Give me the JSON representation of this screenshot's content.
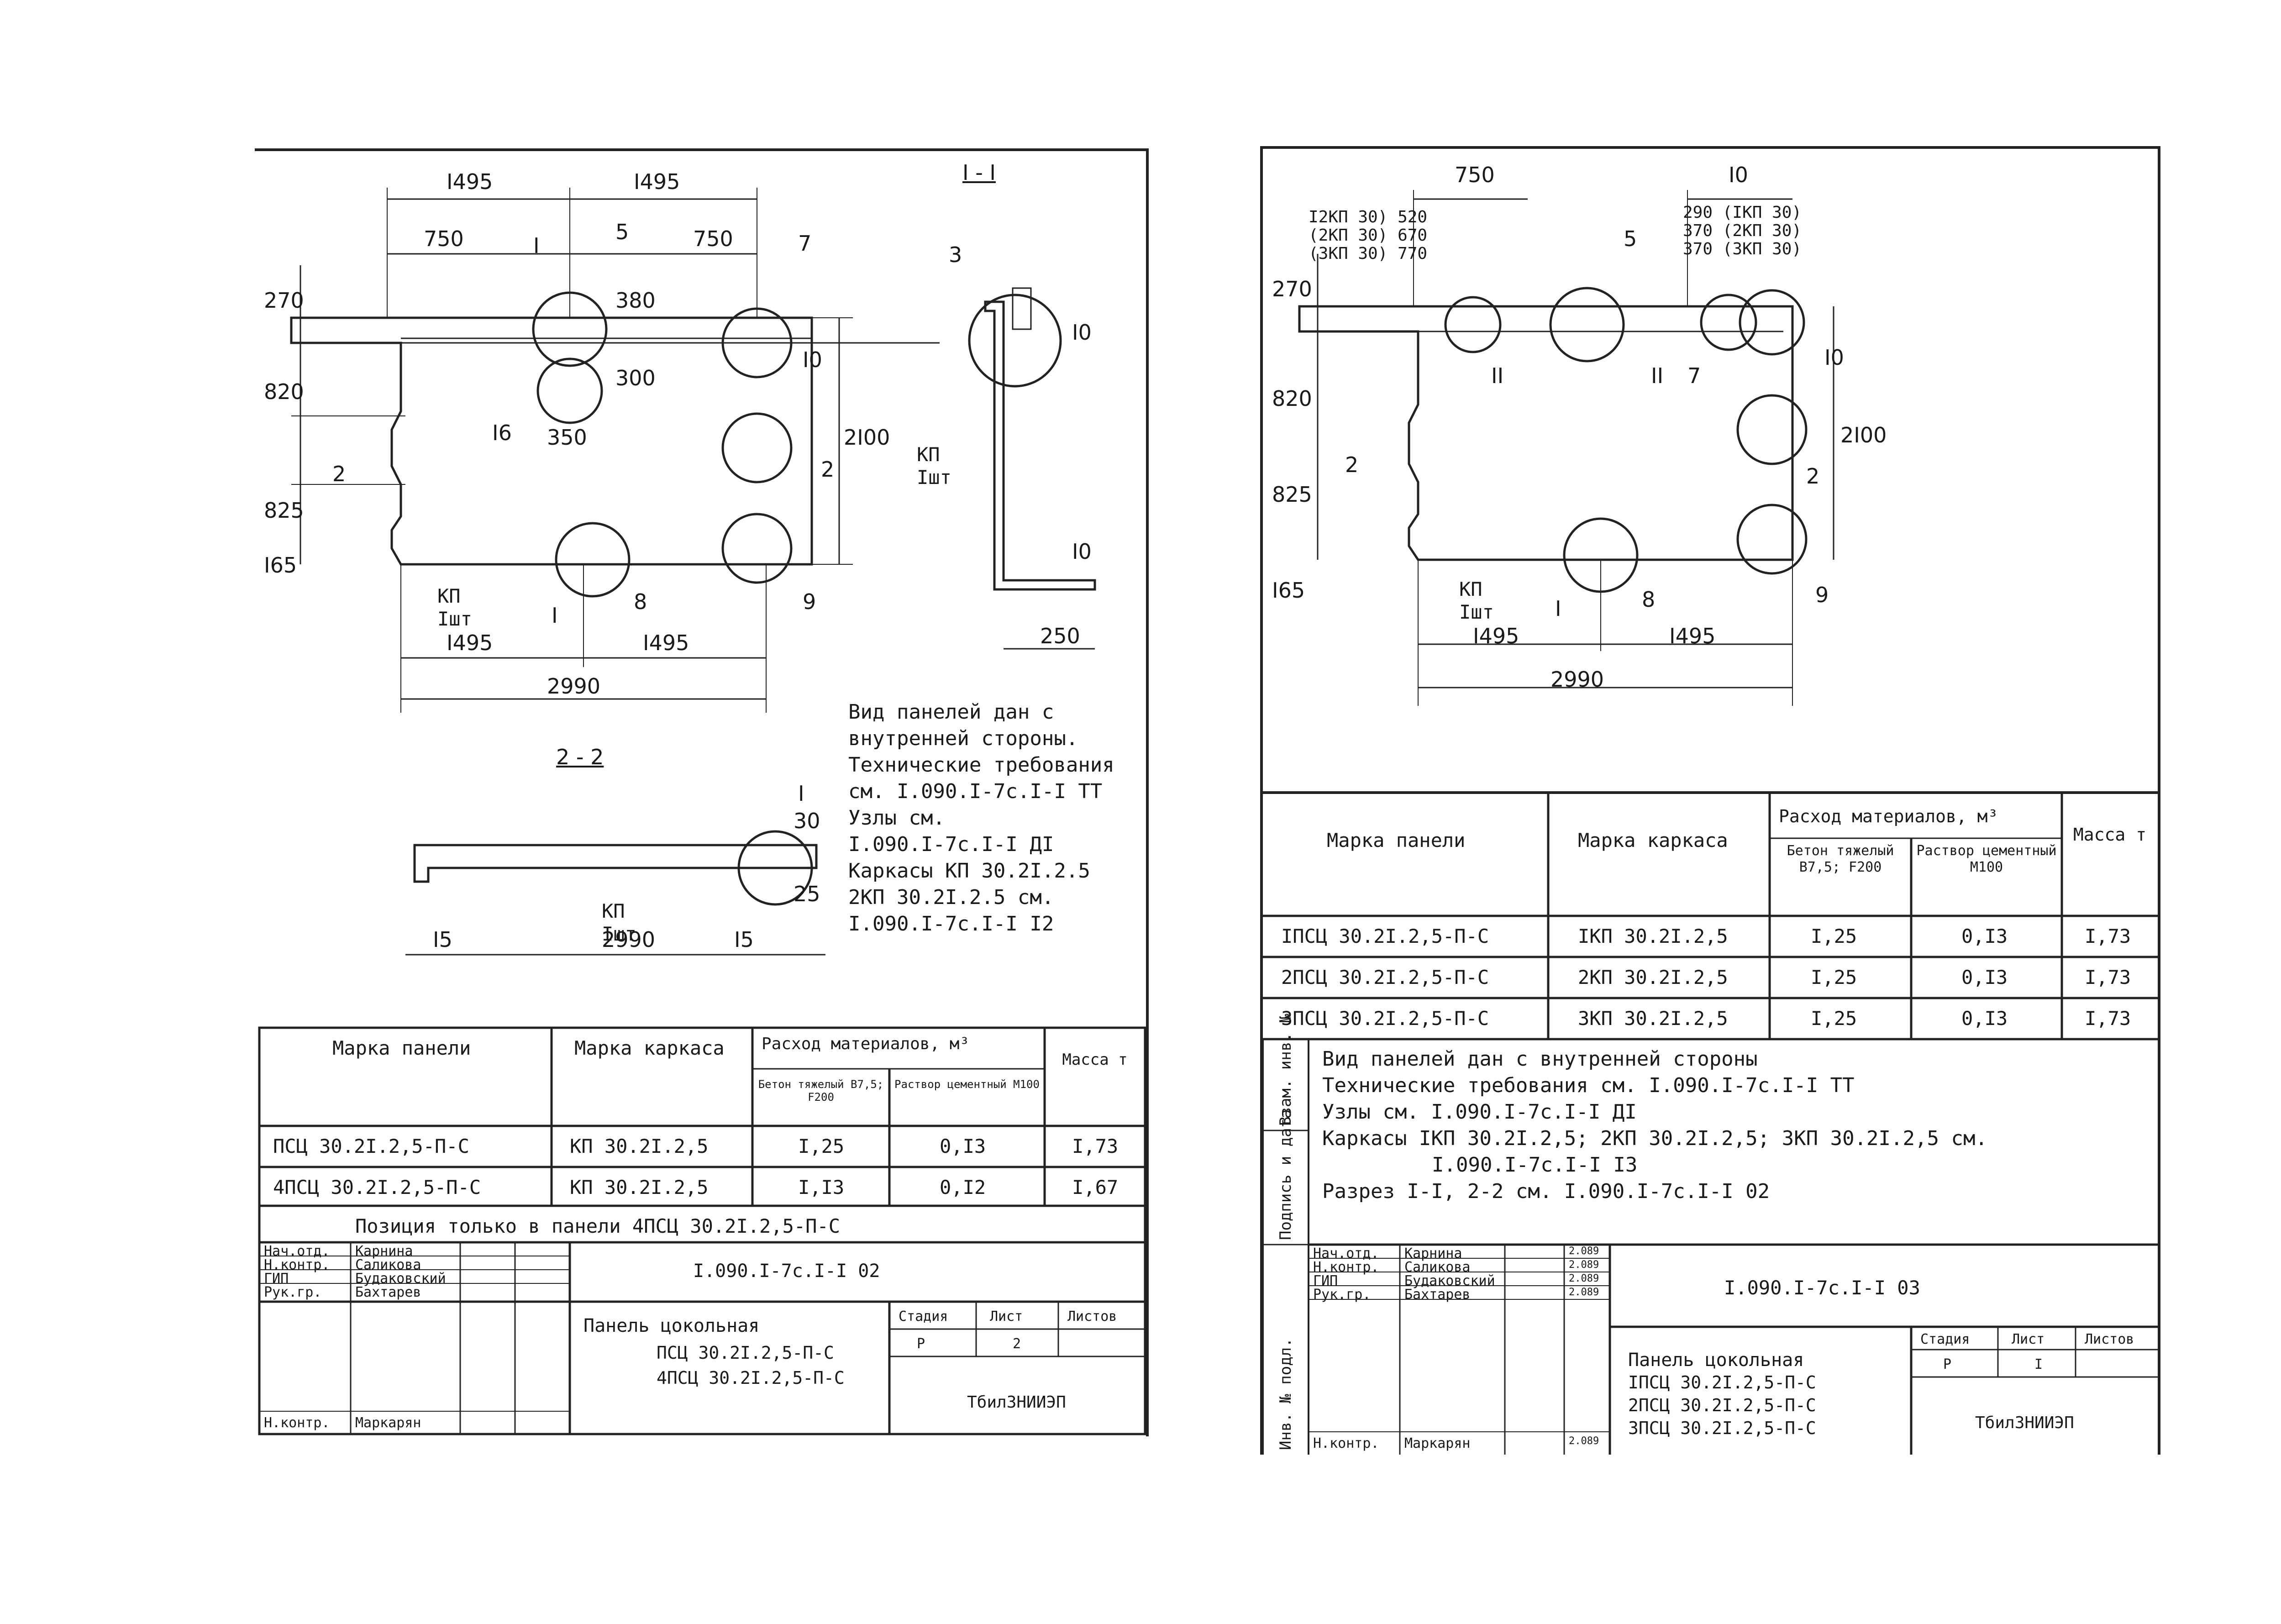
{
  "sheet_left": {
    "dims": {
      "top_left": "I495",
      "top_right": "I495",
      "sub_left": "750",
      "sub_right": "750",
      "left_v1": "270",
      "left_v2": "820",
      "left_v3": "825",
      "left_v4": "I65",
      "inner_v1": "380",
      "inner_v2": "300",
      "inner_h": "350",
      "height": "2I00",
      "bot_left": "I495",
      "bot_right": "I495",
      "total": "2990",
      "sec_w": "250",
      "sec_h1": "I0",
      "sec_h2": "I0",
      "sec2_total": "2990",
      "sec2_a": "I5",
      "sec2_b": "I5",
      "sec2_c": "30",
      "sec2_d": "25"
    },
    "callouts": [
      "5",
      "7",
      "I0",
      "I6",
      "8",
      "9",
      "3"
    ],
    "section_marks": {
      "s1": "I",
      "s1b": "I",
      "s2a": "2",
      "s2b": "2",
      "s1c": "I"
    },
    "sections": {
      "title_1": "I - I",
      "title_2": "2 - 2"
    },
    "part_labels": {
      "kp1": "КП",
      "kp1_qty": "Iшт",
      "kp2": "КП",
      "kp2_qty": "Iшт",
      "kp3": "КП",
      "kp3_qty": "Iшт"
    },
    "notes": [
      "Вид панелей дан с",
      "внутренней стороны.",
      "Технические требования",
      "см. I.090.I-7с.I-I ТТ",
      "Узлы см.",
      "I.090.I-7с.I-I ДI",
      "Каркасы КП 30.2I.2.5",
      "2КП 30.2I.2.5 см.",
      "I.090.I-7с.I-I I2"
    ],
    "table": {
      "h_panel": "Марка панели",
      "h_frame": "Марка каркаса",
      "h_mat": "Расход материалов, м³",
      "h_concrete": "Бетон тяжелый В7,5; F200",
      "h_mortar": "Раствор цементный М100",
      "h_mass": "Масса т",
      "rows": [
        {
          "panel": "ПСЦ 30.2I.2,5-П-С",
          "frame": "КП 30.2I.2,5",
          "concrete": "I,25",
          "mortar": "0,I3",
          "mass": "I,73"
        },
        {
          "panel": "4ПСЦ 30.2I.2,5-П-С",
          "frame": "КП 30.2I.2,5",
          "concrete": "I,I3",
          "mortar": "0,I2",
          "mass": "I,67"
        }
      ],
      "footnote": "Позиция только в панели 4ПСЦ 30.2I.2,5-П-С"
    },
    "stamp": {
      "code": "I.090.I-7с.I-I 02",
      "roles": [
        "Нач.отд.",
        "Н.контр.",
        "ГИП",
        "Рук.гр.",
        "Н.контр."
      ],
      "names": [
        "Карнина",
        "Саликова",
        "Будаковский",
        "Бахтарев",
        "Маркарян"
      ],
      "title": "Панель цокольная",
      "items": [
        "ПСЦ 30.2I.2,5-П-С",
        "4ПСЦ 30.2I.2,5-П-С"
      ],
      "h_stage": "Стадия",
      "h_sheet": "Лист",
      "h_sheets": "Листов",
      "stage": "Р",
      "sheet": "2",
      "sheets": "",
      "org": "ТбилЗНИИЭП"
    }
  },
  "sheet_right": {
    "dims": {
      "top_a": "750",
      "top_b": "I0",
      "left_list": [
        "I2КП 30) 520",
        "(2КП 30) 670",
        "(3КП 30) 770"
      ],
      "right_list": [
        "290 (IКП 30)",
        "370 (2КП 30)",
        "370 (3КП 30)"
      ],
      "left_v1": "270",
      "left_v2": "820",
      "left_v3": "825",
      "left_v4": "I65",
      "height": "2I00",
      "bot_left": "I495",
      "bot_right": "I495",
      "total": "2990"
    },
    "callouts": [
      "5",
      "7",
      "I0",
      "8",
      "9"
    ],
    "section_marks": {
      "s2a": "2",
      "s2b": "2",
      "s1": "I",
      "n11a": "II",
      "n11b": "II"
    },
    "part_labels": {
      "kp": "КП",
      "kp_qty": "Iшт"
    },
    "table": {
      "h_panel": "Марка панели",
      "h_frame": "Марка каркаса",
      "h_mat": "Расход материалов, м³",
      "h_concrete": "Бетон тяжелый В7,5; F200",
      "h_mortar": "Раствор цементный М100",
      "h_mass": "Масса т",
      "rows": [
        {
          "panel": "IПСЦ 30.2I.2,5-П-С",
          "frame": "IКП 30.2I.2,5",
          "concrete": "I,25",
          "mortar": "0,I3",
          "mass": "I,73"
        },
        {
          "panel": "2ПСЦ 30.2I.2,5-П-С",
          "frame": "2КП 30.2I.2,5",
          "concrete": "I,25",
          "mortar": "0,I3",
          "mass": "I,73"
        },
        {
          "panel": "3ПСЦ 30.2I.2,5-П-С",
          "frame": "3КП 30.2I.2,5",
          "concrete": "I,25",
          "mortar": "0,I3",
          "mass": "I,73"
        }
      ]
    },
    "notes": [
      "Вид панелей дан с внутренней стороны",
      "Технические требования см. I.090.I-7с.I-I ТТ",
      "Узлы см. I.090.I-7с.I-I ДI",
      "Каркасы IКП 30.2I.2,5; 2КП 30.2I.2,5; 3КП 30.2I.2,5 см.",
      "I.090.I-7с.I-I I3",
      "Разрез I-I, 2-2 см. I.090.I-7с.I-I 02"
    ],
    "side_labels": [
      "Инв. № подл.",
      "Подпись и дата",
      "Взам. инв. №"
    ],
    "stamp": {
      "code": "I.090.I-7с.I-I 03",
      "roles": [
        "Нач.отд.",
        "Н.контр.",
        "ГИП",
        "Рук.гр.",
        "Н.контр."
      ],
      "names": [
        "Карнина",
        "Саликова",
        "Будаковский",
        "Бахтарев",
        "Маркарян"
      ],
      "dates": [
        "2.089",
        "2.089",
        "2.089",
        "2.089",
        "2.089"
      ],
      "title": "Панель цокольная",
      "items": [
        "IПСЦ 30.2I.2,5-П-С",
        "2ПСЦ 30.2I.2,5-П-С",
        "3ПСЦ 30.2I.2,5-П-С"
      ],
      "h_stage": "Стадия",
      "h_sheet": "Лист",
      "h_sheets": "Листов",
      "stage": "Р",
      "sheet": "I",
      "sheets": "",
      "org": "ТбилЗНИИЭП"
    }
  }
}
